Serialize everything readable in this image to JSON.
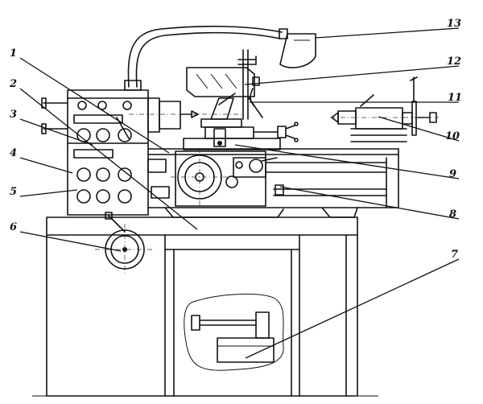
{
  "callouts": [
    {
      "id": 1,
      "label": "1"
    },
    {
      "id": 2,
      "label": "2"
    },
    {
      "id": 3,
      "label": "3"
    },
    {
      "id": 4,
      "label": "4"
    },
    {
      "id": 5,
      "label": "5"
    },
    {
      "id": 6,
      "label": "6"
    },
    {
      "id": 7,
      "label": "7"
    },
    {
      "id": 8,
      "label": "8"
    },
    {
      "id": 9,
      "label": "9"
    },
    {
      "id": 10,
      "label": "10"
    },
    {
      "id": 11,
      "label": "11"
    },
    {
      "id": 12,
      "label": "12"
    },
    {
      "id": 13,
      "label": "13"
    }
  ]
}
